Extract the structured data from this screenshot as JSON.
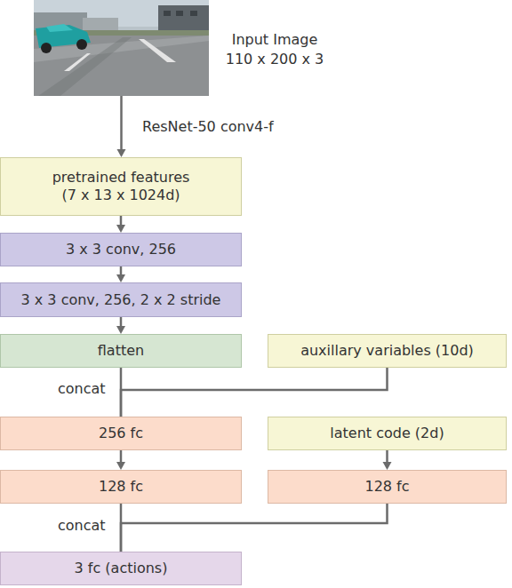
{
  "diagram": {
    "nodes": [
      {
        "text": [
          "Input Image 110 x 200 x 3"
        ]
      },
      {
        "text": [
          "pretrained features (7 x 13 x 1024d)"
        ]
      },
      {
        "text": [
          "3 x 3 conv, 256"
        ]
      },
      {
        "text": [
          "3 x 3 conv, 256, 2 x 2 stride"
        ]
      },
      {
        "text": [
          "flatten"
        ]
      },
      {
        "text": [
          "auxillary variables (10d)"
        ]
      },
      {
        "text": [
          "256 fc"
        ]
      },
      {
        "text": [
          "latent code (2d)"
        ]
      },
      {
        "text": [
          "128 fc"
        ]
      },
      {
        "text": [
          "128 fc"
        ]
      },
      {
        "text": [
          "3 fc (actions)"
        ]
      }
    ],
    "edges": [
      {
        "from": 0,
        "to": 1,
        "arrow": "to",
        "label": "ResNet-50 conv4-f"
      },
      {
        "from": 1,
        "to": 2,
        "arrow": "to"
      },
      {
        "from": 2,
        "to": 3,
        "arrow": "to"
      },
      {
        "from": 3,
        "to": 4,
        "arrow": "to"
      },
      {
        "from": 4,
        "to": 6,
        "arrow": "none",
        "label": "concat"
      },
      {
        "from": 5,
        "to": 6,
        "arrow": "none"
      },
      {
        "from": 6,
        "to": 8,
        "arrow": "to"
      },
      {
        "from": 7,
        "to": 9,
        "arrow": "to"
      },
      {
        "from": 8,
        "to": 10,
        "arrow": "none",
        "label": "concat"
      },
      {
        "from": 9,
        "to": 10,
        "arrow": "none"
      }
    ]
  }
}
